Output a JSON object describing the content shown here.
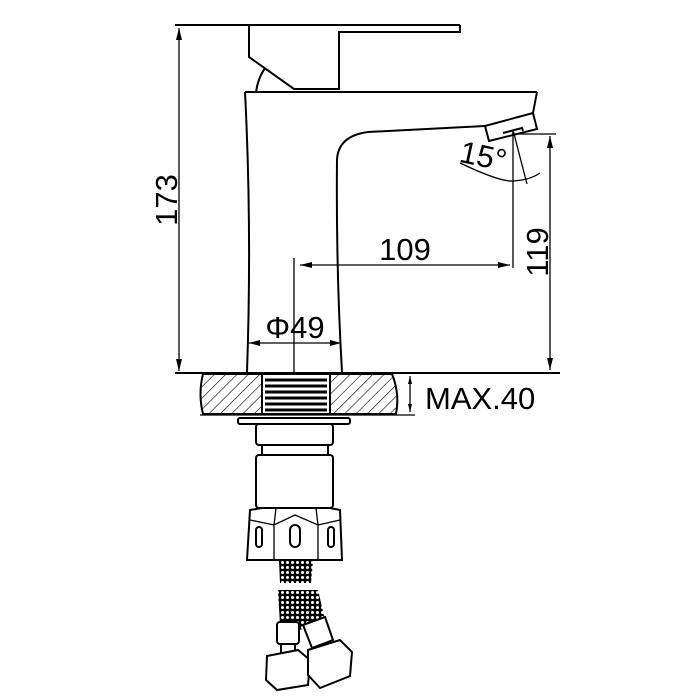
{
  "drawing": {
    "title": "Basin faucet dimension drawing",
    "dimensions": {
      "height": "173",
      "reach": "109",
      "spout_height": "119",
      "base_diameter": "Φ49",
      "spout_angle": "15°",
      "max_countertop": "MAX.40"
    },
    "line_color": "#000000",
    "background": "#ffffff"
  }
}
